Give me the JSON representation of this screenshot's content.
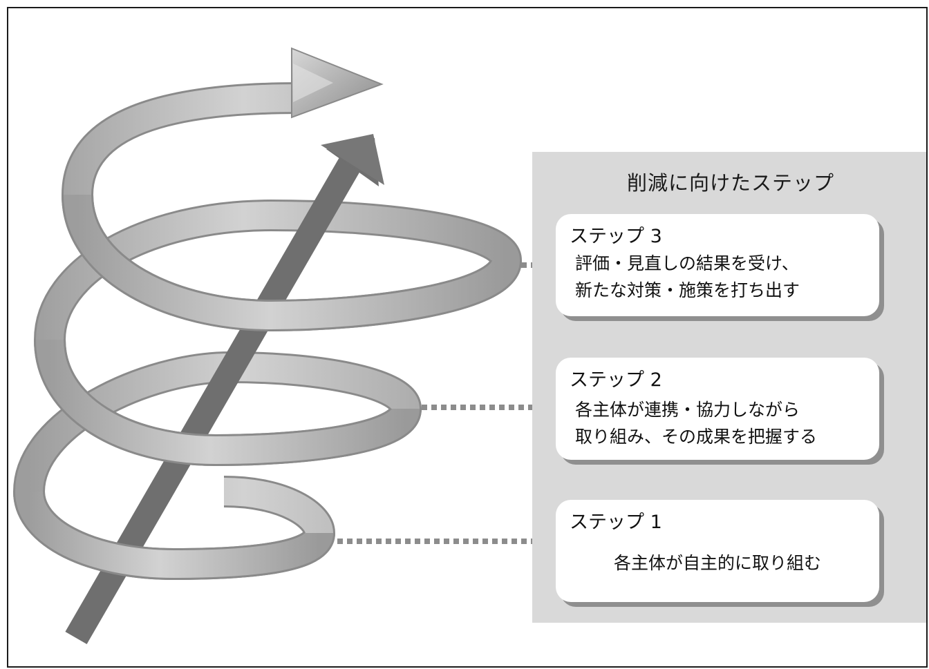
{
  "panel": {
    "title": "削減に向けたステップ"
  },
  "steps": [
    {
      "title": "ステップ 3",
      "description": "評価・見直しの結果を受け、\n新たな対策・施策を打ち出す"
    },
    {
      "title": "ステップ 2",
      "description": "各主体が連携・協力しながら\n取り組み、その成果を把握する"
    },
    {
      "title": "ステップ 1",
      "description": "各主体が自主的に取り組む"
    }
  ],
  "colors": {
    "ribbon": "#b5b5b5",
    "ribbon_edge": "#8a8a8a",
    "arrow": "#777777",
    "panel": "#d9d9d9",
    "connector": "#8c8c8c"
  }
}
